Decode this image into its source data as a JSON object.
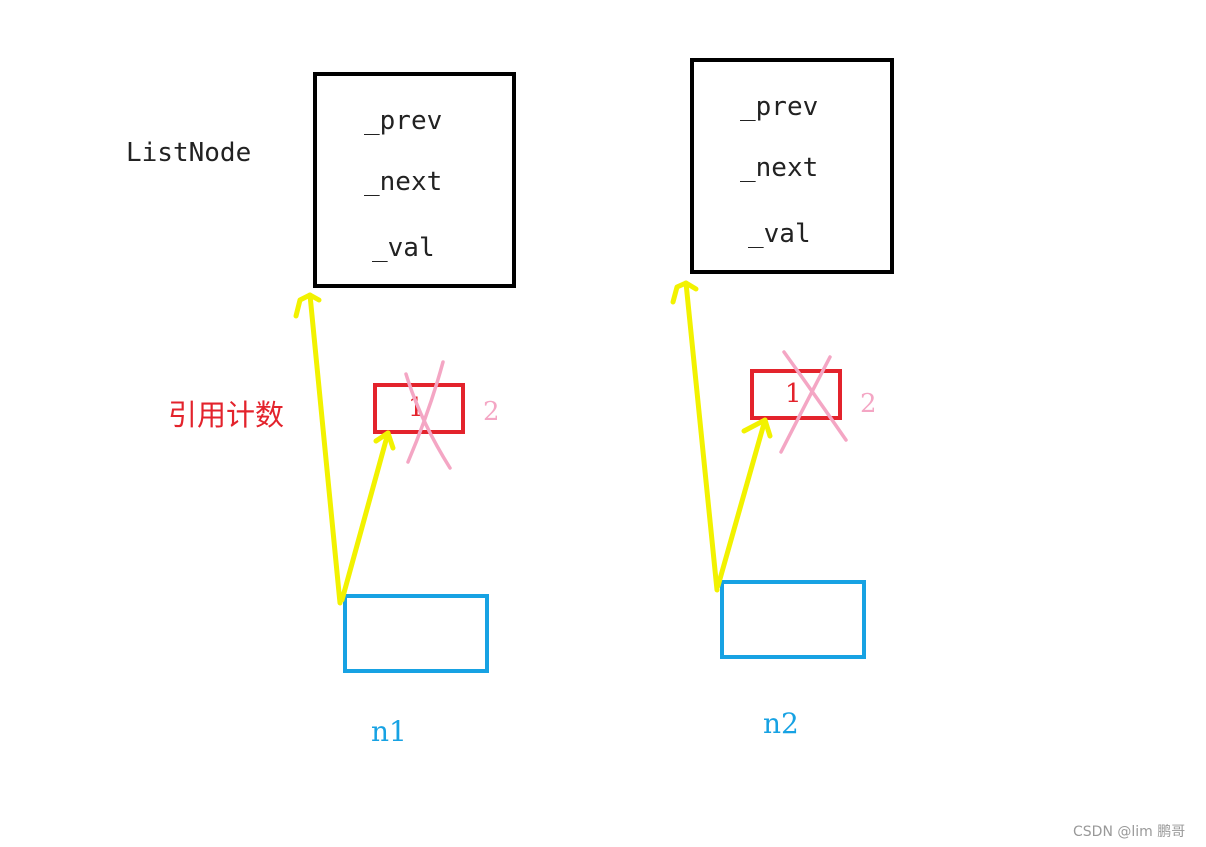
{
  "labels": {
    "type_name": "ListNode",
    "ref_count_label": "引用计数"
  },
  "nodes": [
    {
      "fields": [
        "_prev",
        "_next",
        "_val"
      ],
      "ref_count_old": "1",
      "ref_count_new": "2",
      "var_name": "n1"
    },
    {
      "fields": [
        "_prev",
        "_next",
        "_val"
      ],
      "ref_count_old": "1",
      "ref_count_new": "2",
      "var_name": "n2"
    }
  ],
  "watermark": "CSDN @lim 鹏哥",
  "colors": {
    "node_border": "#000000",
    "ref_box": "#e3232c",
    "pointer_box": "#17a2e3",
    "arrow": "#f2f200",
    "strike": "#f4a6c4"
  }
}
